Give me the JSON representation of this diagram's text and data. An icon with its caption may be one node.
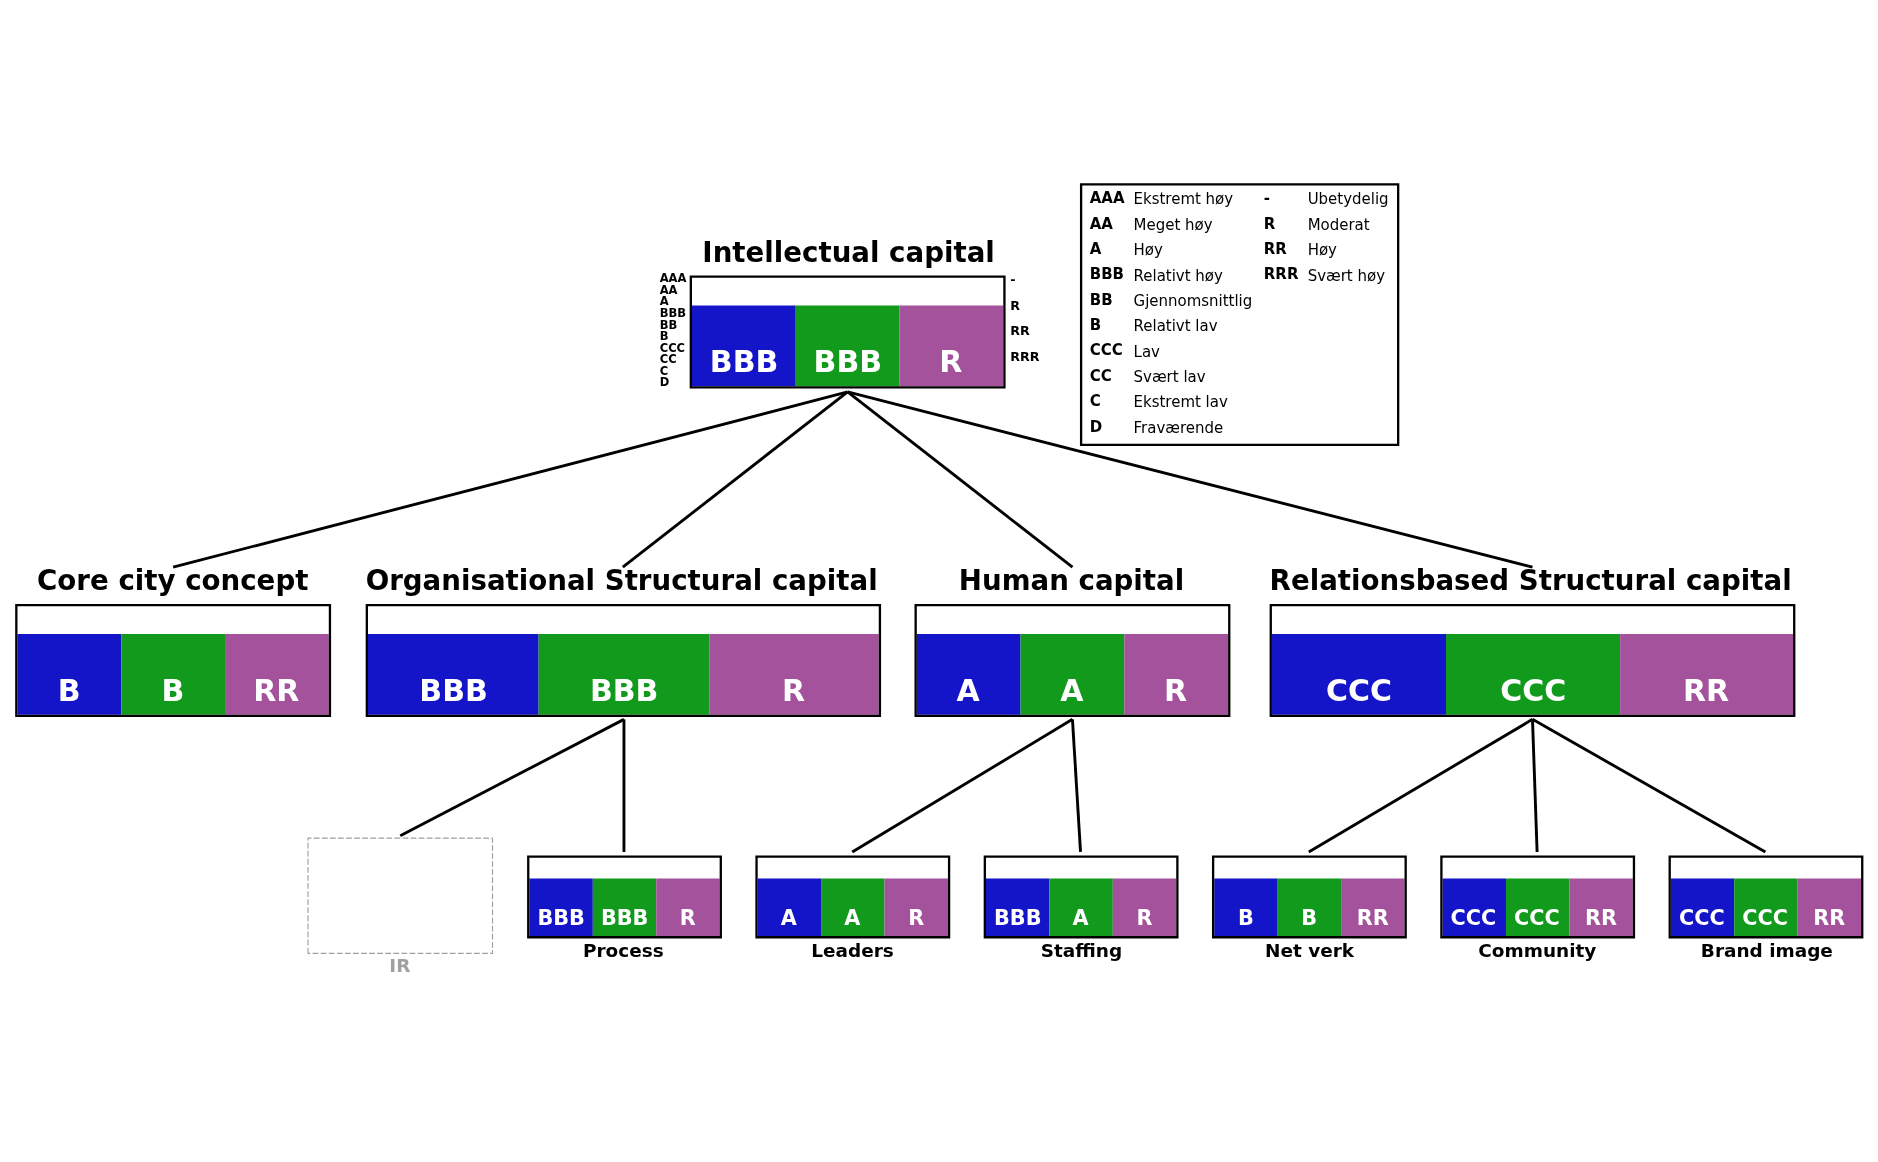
{
  "diagram": {
    "nodes": [
      {
        "text": [
          "Intellectual capital",
          "BBB",
          "BBB",
          "R"
        ],
        "beside": [
          "AAA",
          "AA",
          "A",
          "BBB",
          "BB",
          "B",
          "CCC",
          "CC",
          "C",
          "D",
          "-",
          "R",
          "RR",
          "RRR"
        ]
      },
      {
        "text": [
          "Core city concept",
          "B",
          "B",
          "RR"
        ]
      },
      {
        "text": [
          "Organisational Structural capital",
          "BBB",
          "BBB",
          "R"
        ]
      },
      {
        "text": [
          "Human capital",
          "A",
          "A",
          "R"
        ]
      },
      {
        "text": [
          "Relationsbased Structural capital",
          "CCC",
          "CCC",
          "RR"
        ]
      },
      {
        "text": [
          "IR"
        ]
      },
      {
        "text": [
          "Process",
          "BBB",
          "BBB",
          "R"
        ]
      },
      {
        "text": [
          "Leaders",
          "A",
          "A",
          "R"
        ]
      },
      {
        "text": [
          "Staffing",
          "BBB",
          "A",
          "R"
        ]
      },
      {
        "text": [
          "Net verk",
          "B",
          "B",
          "RR"
        ]
      },
      {
        "text": [
          "Community",
          "CCC",
          "CCC",
          "RR"
        ]
      },
      {
        "text": [
          "Brand image",
          "CCC",
          "CCC",
          "RR"
        ]
      }
    ],
    "edges": [
      {
        "from": 0,
        "to": 1,
        "arrow": "none"
      },
      {
        "from": 0,
        "to": 2,
        "arrow": "none"
      },
      {
        "from": 0,
        "to": 3,
        "arrow": "none"
      },
      {
        "from": 0,
        "to": 4,
        "arrow": "none"
      },
      {
        "from": 2,
        "to": 5,
        "arrow": "none"
      },
      {
        "from": 2,
        "to": 6,
        "arrow": "none"
      },
      {
        "from": 3,
        "to": 7,
        "arrow": "none"
      },
      {
        "from": 3,
        "to": 8,
        "arrow": "none"
      },
      {
        "from": 4,
        "to": 9,
        "arrow": "none"
      },
      {
        "from": 4,
        "to": 10,
        "arrow": "none"
      },
      {
        "from": 4,
        "to": 11,
        "arrow": "none"
      }
    ],
    "labels": [
      "AAA",
      "Ekstremt høy",
      "-",
      "Ubetydelig",
      "AA",
      "Meget høy",
      "R",
      "Moderat",
      "A",
      "Høy",
      "RR",
      "Høy",
      "BBB",
      "Relativt høy",
      "RRR",
      "Svært høy",
      "BB",
      "Gjennomsnittlig",
      "B",
      "Relativt lav",
      "CCC",
      "Lav",
      "CC",
      "Svært lav",
      "C",
      "Ekstremt lav",
      "D",
      "Fraværende"
    ]
  }
}
